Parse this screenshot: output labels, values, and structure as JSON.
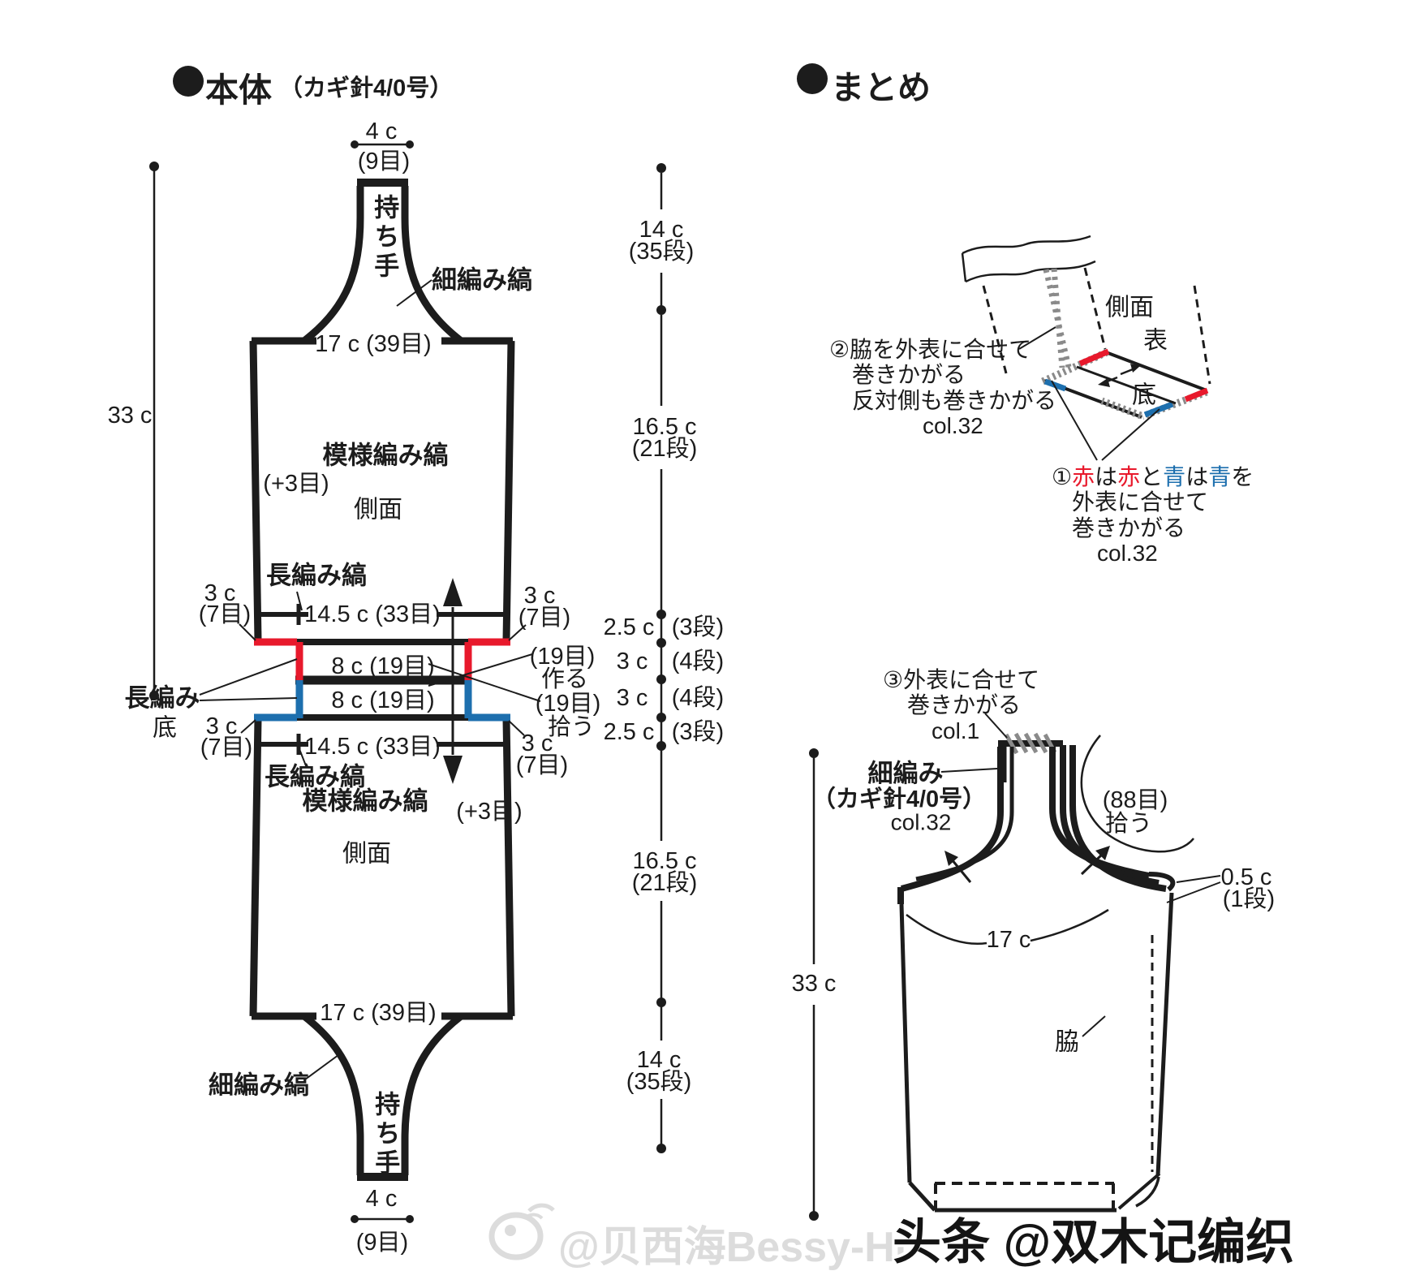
{
  "colors": {
    "ink": "#1c1c1c",
    "red": "#e8192c",
    "blue": "#1d6fae",
    "gray_stitch": "#8a8a8a",
    "watermark_gray": "#dcdcdc"
  },
  "titles": {
    "main": "本体",
    "main_note": "（カギ針4/0号）",
    "assembly": "まとめ"
  },
  "main": {
    "dim_4c": "4 c",
    "dim_9st": "(9目)",
    "handle": "持ち手",
    "sc_stripe": "細編み縞",
    "dim_17c_39": "17 c (39目)",
    "dim_33c": "33 c",
    "pattern_stripe": "模様編み縞",
    "plus3": "(+3目)",
    "side": "側面",
    "dc_stripe": "長編み縞",
    "dim_3c": "3 c",
    "dim_7st": "(7目)",
    "dim_145c_33": "14.5 c (33目)",
    "dim_8c_19": "8 c (19目)",
    "dc": "長編み",
    "bottom": "底",
    "st19": "(19目)",
    "make": "作る",
    "pickup": "拾う"
  },
  "column": {
    "c14": "14 c",
    "r35": "(35段)",
    "c165": "16.5 c",
    "r21": "(21段)",
    "c25": "2.5 c",
    "r3": "(3段)",
    "c3": "3 c",
    "r4": "(4段)"
  },
  "assembly": {
    "side": "側面",
    "front": "表",
    "bottom": "底",
    "step2_l1": "②脇を外表に合せて",
    "step2_l2": "巻きかがる",
    "step2_l3": "反対側も巻きかがる",
    "col32": "col.32",
    "step1_rich": [
      {
        "t": "①",
        "c": "ink"
      },
      {
        "t": "赤",
        "c": "red"
      },
      {
        "t": "は",
        "c": "ink"
      },
      {
        "t": "赤",
        "c": "red"
      },
      {
        "t": "と",
        "c": "ink"
      },
      {
        "t": "青",
        "c": "blue"
      },
      {
        "t": "は",
        "c": "ink"
      },
      {
        "t": "青",
        "c": "blue"
      },
      {
        "t": "を",
        "c": "ink"
      }
    ],
    "step1_l2": "外表に合せて",
    "step1_l3": "巻きかがる",
    "step1_col": "col.32"
  },
  "bag": {
    "step3_l1": "③外表に合せて",
    "step3_l2": "巻きかがる",
    "col1": "col.1",
    "sc": "細編み",
    "hook": "（カギ針4/0号）",
    "col32": "col.32",
    "st88": "(88目)",
    "pickup": "拾う",
    "dim_05c": "0.5 c",
    "r1": "(1段)",
    "dim_17c": "17 c",
    "dim_33c": "33 c",
    "waki": "脇"
  },
  "watermarks": {
    "weibo": "@贝西海Bessy-Hi",
    "toutiao": "头条 @双木记编织"
  }
}
